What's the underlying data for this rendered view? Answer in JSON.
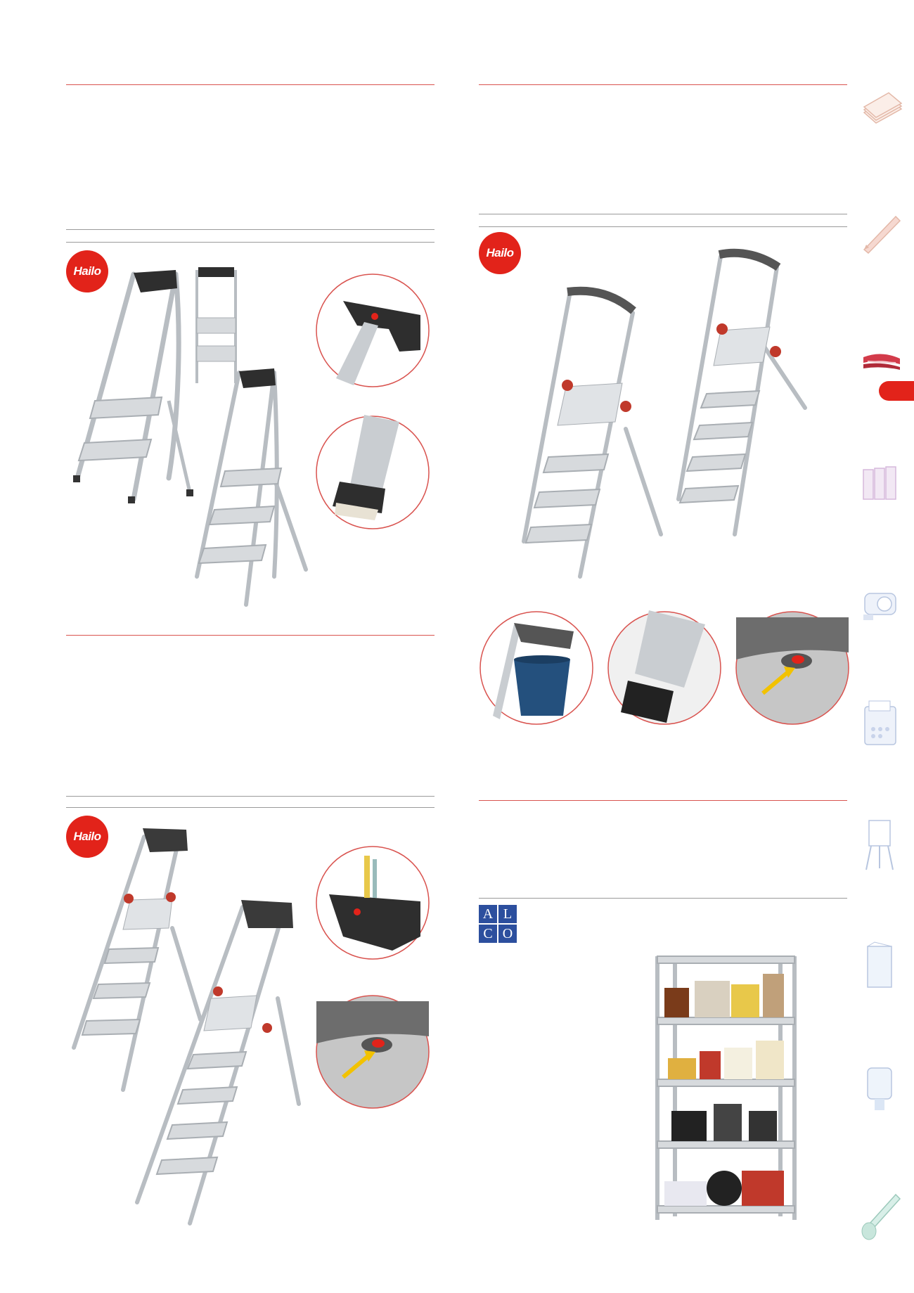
{
  "brands": {
    "hailo_1": "Hailo",
    "hailo_2": "Hailo",
    "hailo_3": "Hailo",
    "alco_letters": [
      "A",
      "L",
      "C",
      "O"
    ]
  },
  "colors": {
    "accent_red": "#e2231a",
    "rule_red": "#d9534f",
    "rule_grey": "#9a9a9a",
    "alco_blue": "#2c4f9e",
    "aluminium": "#c9cdd1",
    "handle_dark": "#3a3a3a"
  },
  "sidebar_icons": [
    "paper-stack-icon",
    "pen-icon",
    "stapler-icon",
    "binder-folders-icon",
    "tape-dispenser-icon",
    "calculator-icon",
    "flipchart-icon",
    "document-tray-icon",
    "paper-towel-dispenser-icon",
    "brush-icon"
  ]
}
